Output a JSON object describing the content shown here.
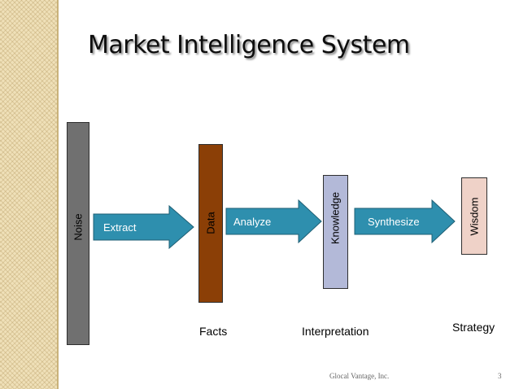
{
  "title": "Market Intelligence System",
  "stages": {
    "noise": {
      "label": "Noise",
      "color": "#707070"
    },
    "data": {
      "label": "Data",
      "color": "#8b3f06"
    },
    "knowledge": {
      "label": "Knowledge",
      "color": "#b3b9d8"
    },
    "wisdom": {
      "label": "Wisdom",
      "color": "#efd2c8"
    }
  },
  "arrows": {
    "extract": "Extract",
    "analyze": "Analyze",
    "synthesize": "Synthesize",
    "color": "#2e8fae"
  },
  "captions": {
    "facts": "Facts",
    "interpretation": "Interpretation",
    "strategy": "Strategy"
  },
  "footer": {
    "company": "Glocal Vantage, Inc.",
    "page_number": "3"
  }
}
